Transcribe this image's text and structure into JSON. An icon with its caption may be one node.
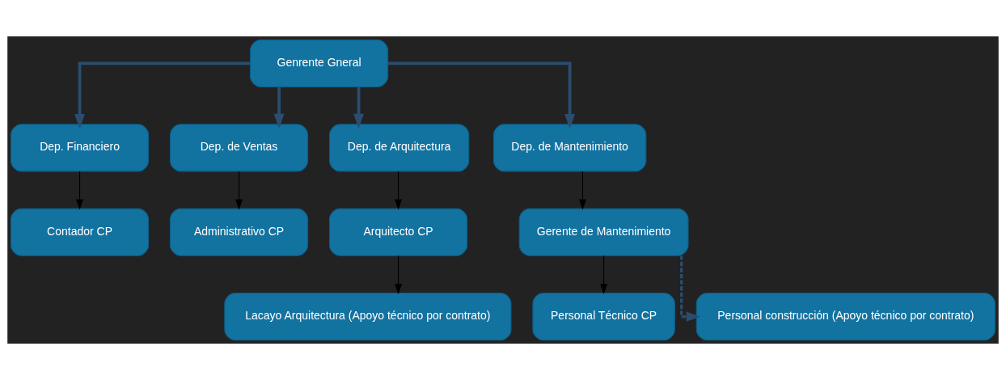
{
  "diagram": {
    "nodes": [
      {
        "text": [
          "Genrente Gneral"
        ]
      },
      {
        "text": [
          "Dep. Financiero"
        ]
      },
      {
        "text": [
          "Dep. de Ventas"
        ]
      },
      {
        "text": [
          "Dep. de Arquitectura"
        ]
      },
      {
        "text": [
          "Dep. de Mantenimiento"
        ]
      },
      {
        "text": [
          "Contador CP"
        ]
      },
      {
        "text": [
          "Administrativo CP"
        ]
      },
      {
        "text": [
          "Arquitecto CP"
        ]
      },
      {
        "text": [
          "Gerente de Mantenimiento"
        ]
      },
      {
        "text": [
          "Lacayo Arquitectura (Apoyo técnico por contrato)"
        ]
      },
      {
        "text": [
          "Personal Técnico CP"
        ]
      },
      {
        "text": [
          "Personal construcción (Apoyo técnico por contrato)"
        ]
      }
    ],
    "edges": [
      {
        "from": 0,
        "to": 1,
        "arrow": "to",
        "style": "thick",
        "color": "#2b4d70"
      },
      {
        "from": 0,
        "to": 2,
        "arrow": "to",
        "style": "thick",
        "color": "#2b4d70"
      },
      {
        "from": 0,
        "to": 3,
        "arrow": "to",
        "style": "thick",
        "color": "#2b4d70"
      },
      {
        "from": 0,
        "to": 4,
        "arrow": "to",
        "style": "thick",
        "color": "#2b4d70"
      },
      {
        "from": 1,
        "to": 5,
        "arrow": "to"
      },
      {
        "from": 2,
        "to": 6,
        "arrow": "to"
      },
      {
        "from": 3,
        "to": 7,
        "arrow": "to"
      },
      {
        "from": 4,
        "to": 8,
        "arrow": "to"
      },
      {
        "from": 7,
        "to": 9,
        "arrow": "to"
      },
      {
        "from": 8,
        "to": 10,
        "arrow": "to"
      },
      {
        "from": 8,
        "to": 11,
        "arrow": "to",
        "style": "dashed",
        "color": "#2b4d70"
      }
    ]
  }
}
